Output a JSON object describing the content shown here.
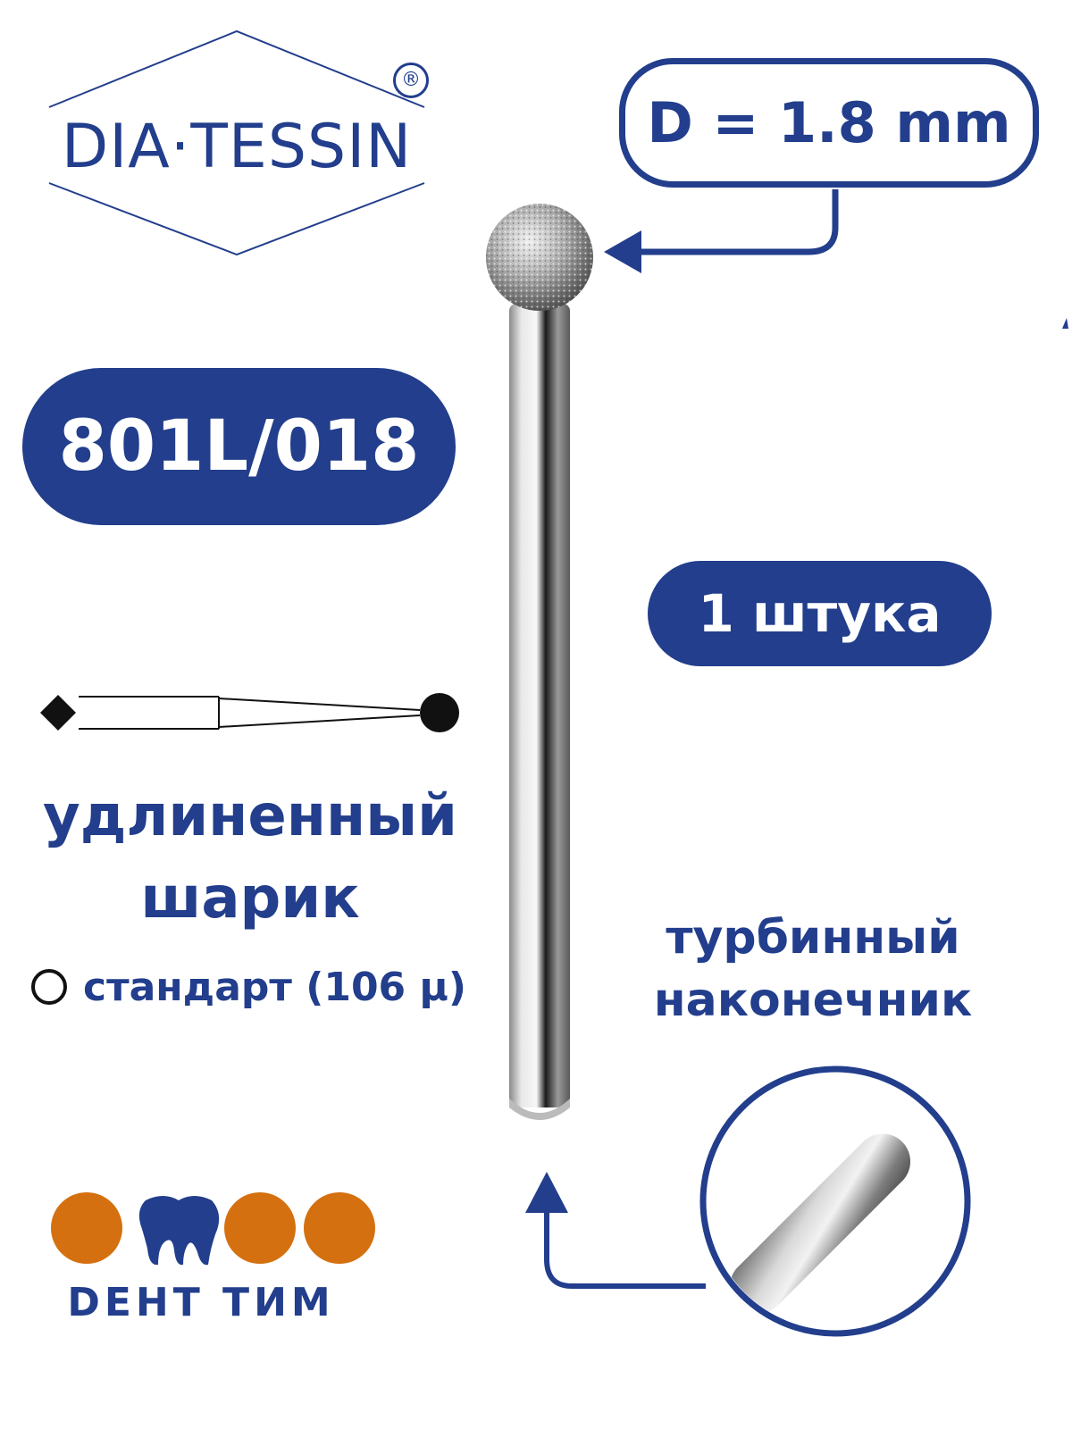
{
  "brand": {
    "name": "DIA·TESSIN",
    "registered_mark": "®"
  },
  "product": {
    "diameter_label": "D = 1.8 mm",
    "code": "801L/018",
    "quantity_label": "1 штука",
    "shape_line1": "удлиненный",
    "shape_line2": "шарик",
    "grit_label": "стандарт (106 μ)",
    "handpiece_line1": "турбинный",
    "handpiece_line2": "наконечник"
  },
  "dealer": {
    "name": "DEНТ ТИМ"
  },
  "colors": {
    "brand_blue": "#223e8c",
    "dealer_orange": "#d4700f",
    "grit_ring": "#111111"
  },
  "icons": {
    "grit": "circle-outline-icon",
    "dealer_mark": "tooth-icon",
    "pointer": "arrow-icon"
  }
}
